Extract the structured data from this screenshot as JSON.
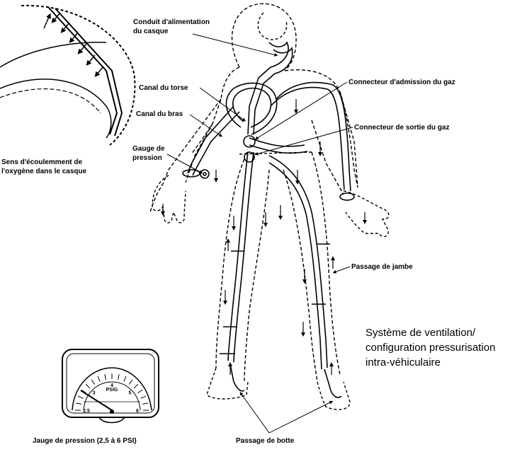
{
  "title_lines": [
    "Système de ventilation/",
    "configuration pressurisation",
    "intra-véhiculaire"
  ],
  "labels": {
    "helmet_duct": [
      "Conduit d'alimentation",
      "du casque"
    ],
    "torso_duct": "Canal du torse",
    "arm_duct": "Canal du bras",
    "pressure_gauge": [
      "Gauge de",
      "pression"
    ],
    "oxygen_flow": [
      "Sens d'écoulemment de",
      "l'oxygène dans le casque"
    ],
    "gas_inlet": "Connecteur d'admission du gaz",
    "gas_outlet": "Connecteur de sortie du gaz",
    "leg_passage": "Passage de jambe",
    "gauge_caption": "Jauge de pression (2,5 à 6 PSI)",
    "boot_passage": "Passage de botte"
  },
  "gauge": {
    "unit": "PSIG",
    "ticks": [
      "2.5",
      "3",
      "4",
      "5",
      "6"
    ]
  },
  "colors": {
    "line": "#000000",
    "background": "#ffffff"
  }
}
